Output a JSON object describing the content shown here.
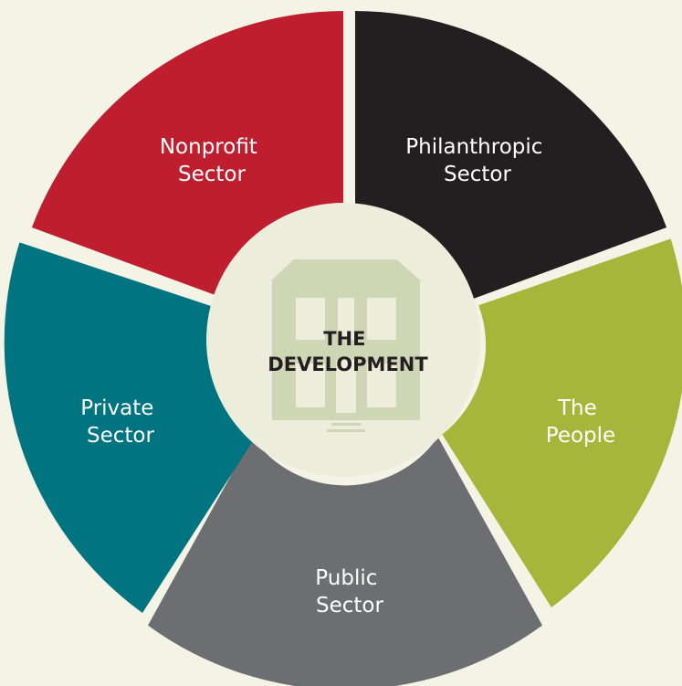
{
  "background_color": "#f3f4e6",
  "center": {
    "title_line1": "THE",
    "title_line2": "DEVELOPMENT",
    "icon": "house-icon",
    "circle_color": "#eceedb",
    "icon_color": "#cfd6b6"
  },
  "segments": [
    {
      "id": "nonprofit",
      "line1": "Nonprofit",
      "line2": "Sector",
      "color": "#be1e2d"
    },
    {
      "id": "philanthropic",
      "line1": "Philanthropic",
      "line2": "Sector",
      "color": "#231f20"
    },
    {
      "id": "people",
      "line1": "The",
      "line2": "People",
      "color": "#a6b63a"
    },
    {
      "id": "public",
      "line1": "Public",
      "line2": "Sector",
      "color": "#6d6e71"
    },
    {
      "id": "private",
      "line1": "Private",
      "line2": "Sector",
      "color": "#007480"
    }
  ]
}
